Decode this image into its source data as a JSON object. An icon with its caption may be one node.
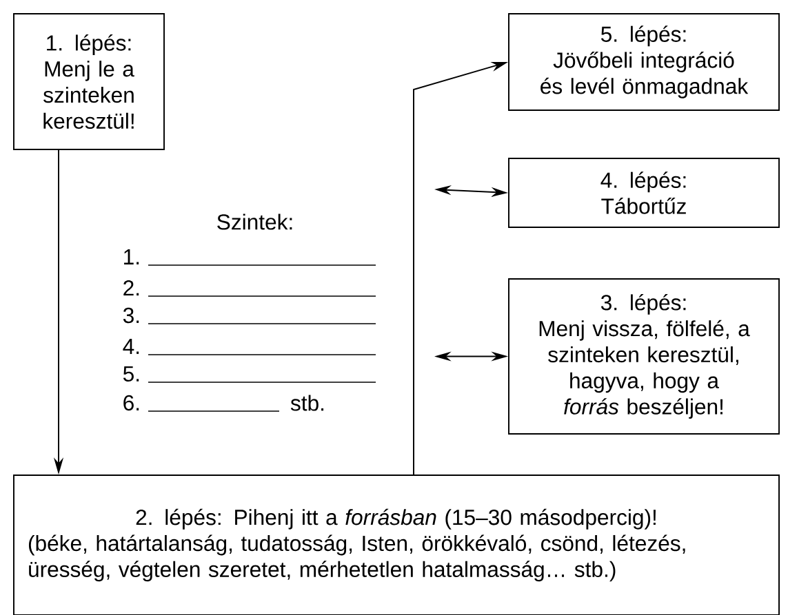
{
  "diagram": {
    "nodes": [
      {
        "text": [
          "1. lépés:",
          "Menj le a szinteken keresztül!"
        ]
      },
      {
        "text": [
          "5. lépés:",
          "Jövőbeli integráció és levél önmagadnak"
        ]
      },
      {
        "text": [
          "4. lépés:",
          "Tábortűz"
        ]
      },
      {
        "text": [
          "3. lépés:",
          "Menj vissza, fölfelé, a szinteken keresztül, hagyva, hogy a *forrás* beszéljen!"
        ]
      },
      {
        "text": [
          "2. lépés: Pihenj itt a *forrásban* (15–30 másodpercig)!",
          "(béke, határtalanság, tudatosság, Isten, örökkévaló, csönd, létezés, üresség, végtelen szeretet, mérhetetlen hatalmasság… stb.)"
        ]
      }
    ],
    "edges": [
      {
        "from": 0,
        "to": 4,
        "arrow": "to"
      },
      {
        "from": 4,
        "to": 1,
        "arrow": "to"
      },
      {
        "from": null,
        "to": 2,
        "arrow": "both"
      },
      {
        "from": null,
        "to": 3,
        "arrow": "both"
      }
    ],
    "labels": [
      "Szintek:",
      "1.",
      "2.",
      "3.",
      "4.",
      "5.",
      "6.",
      "stb."
    ]
  }
}
